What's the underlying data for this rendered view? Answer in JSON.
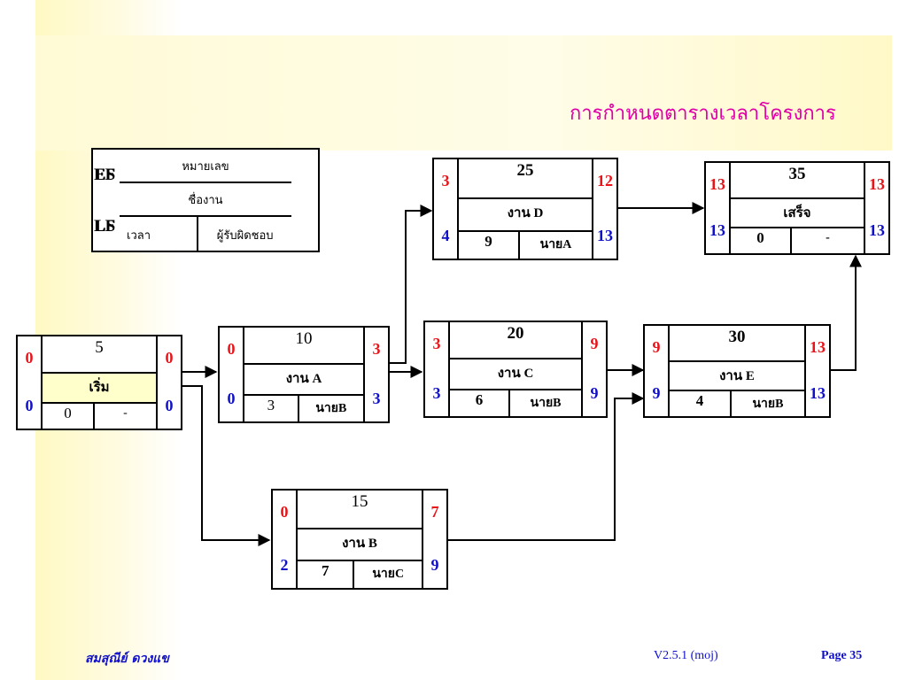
{
  "slide": {
    "title": "การกำหนดตารางเวลาโครงการ",
    "footer_author": "สมสุณีย์  ดวงแข",
    "footer_version": "V2.5.1 (moj)",
    "footer_page": "Page 35"
  },
  "legend": {
    "es": "ES",
    "ef": "EF",
    "ls": "LS",
    "lf": "LF",
    "number_label": "หมายเลข",
    "name_label": "ชื่องาน",
    "time_label": "เวลา",
    "owner_label": "ผู้รับผิดชอบ"
  },
  "nodes": {
    "start": {
      "id": "5",
      "name": "เริ่ม",
      "es": "0",
      "ef": "0",
      "ls": "0",
      "lf": "0",
      "duration": "0",
      "owner": "-"
    },
    "a": {
      "id": "10",
      "name": "งาน A",
      "es": "0",
      "ef": "3",
      "ls": "0",
      "lf": "3",
      "duration": "3",
      "owner": "นายB"
    },
    "b": {
      "id": "15",
      "name": "งาน B",
      "es": "0",
      "ef": "7",
      "ls": "2",
      "lf": "9",
      "duration": "7",
      "owner": "นายC"
    },
    "c": {
      "id": "20",
      "name": "งาน C",
      "es": "3",
      "ef": "9",
      "ls": "3",
      "lf": "9",
      "duration": "6",
      "owner": "นายB"
    },
    "d": {
      "id": "25",
      "name": "งาน D",
      "es": "3",
      "ef": "12",
      "ls": "4",
      "lf": "13",
      "duration": "9",
      "owner": "นายA"
    },
    "e": {
      "id": "30",
      "name": "งาน E",
      "es": "9",
      "ef": "13",
      "ls": "9",
      "lf": "13",
      "duration": "4",
      "owner": "นายB"
    },
    "finish": {
      "id": "35",
      "name": "เสร็จ",
      "es": "13",
      "ef": "13",
      "ls": "13",
      "lf": "13",
      "duration": "0",
      "owner": "-"
    }
  },
  "colors": {
    "early": "#e8141a",
    "late": "#1010c8",
    "title": "#e000a8"
  }
}
